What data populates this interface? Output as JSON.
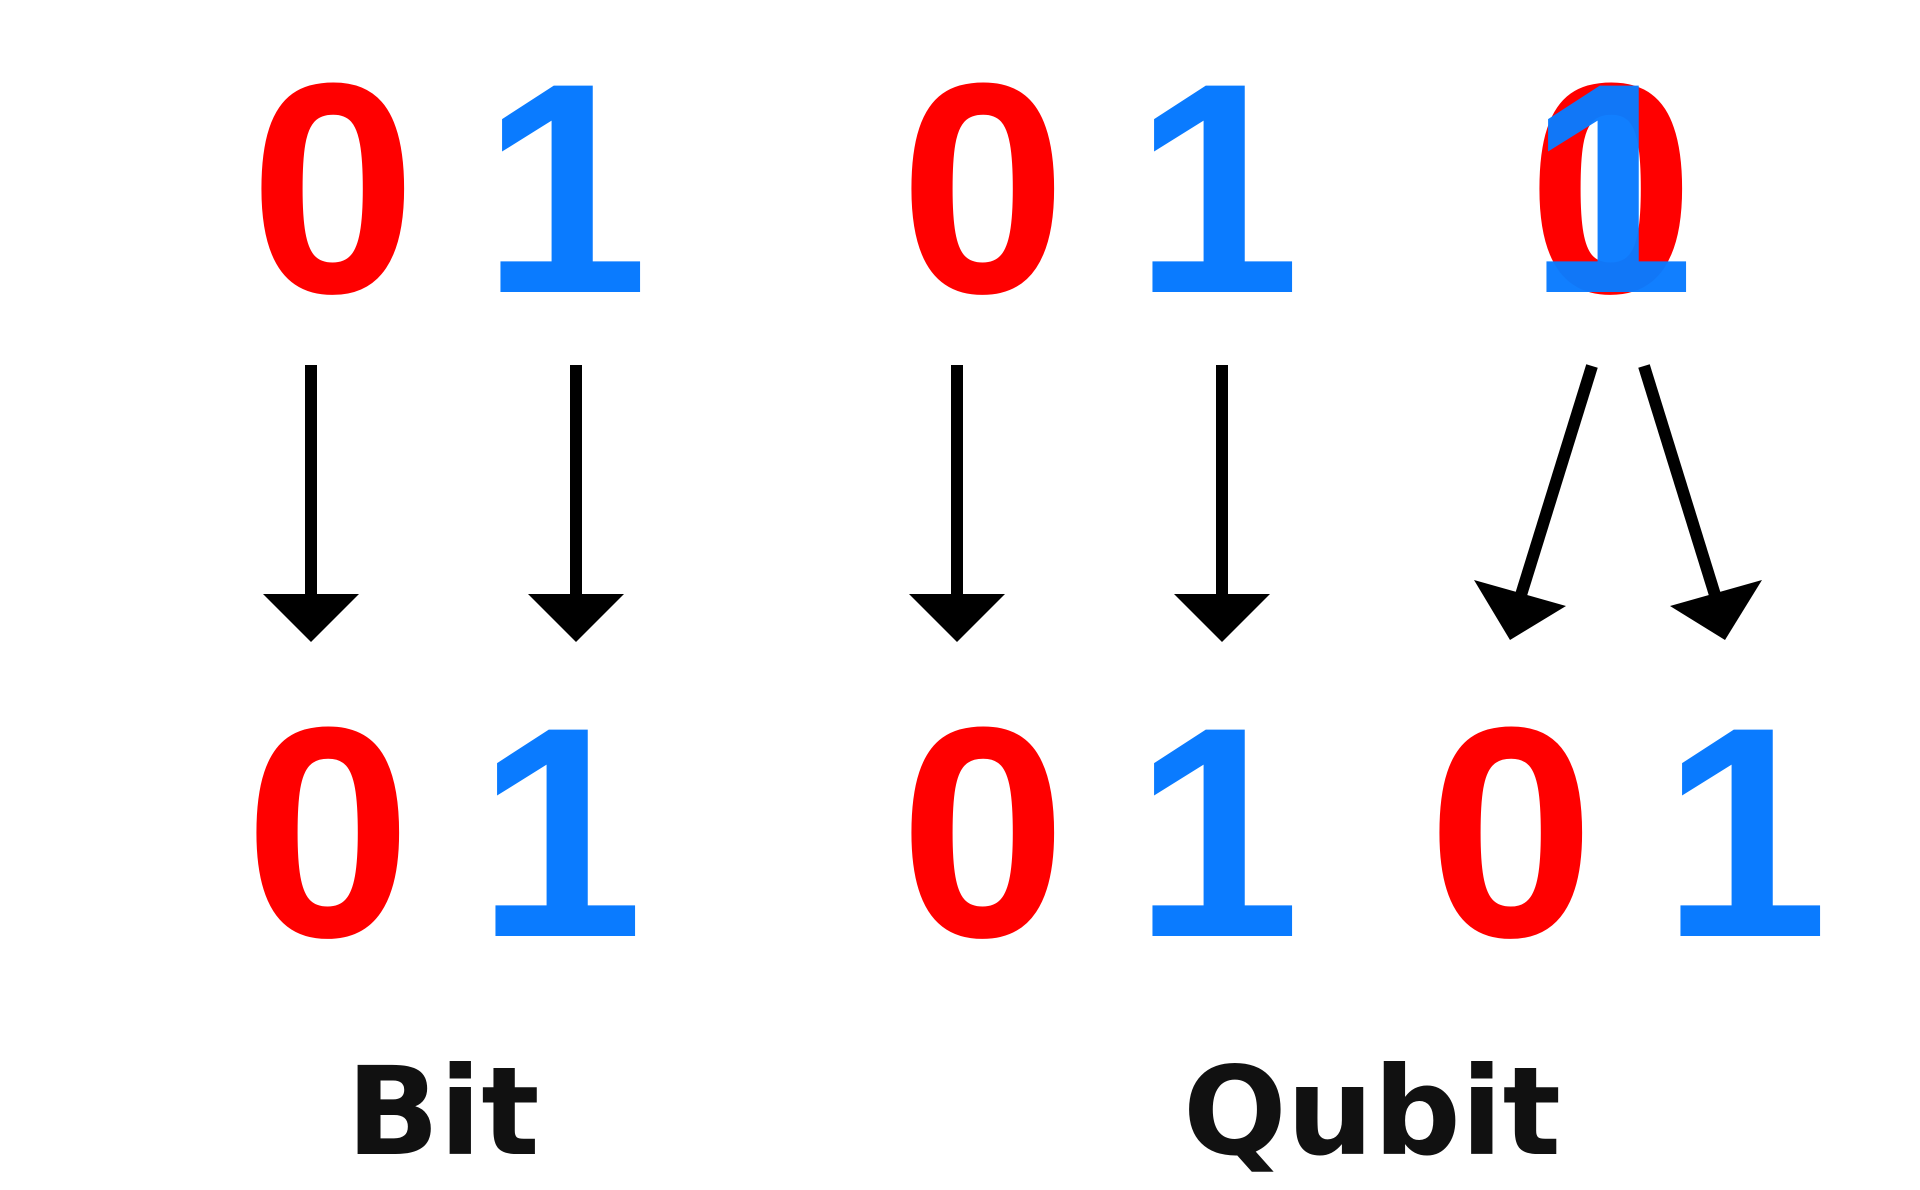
{
  "colors": {
    "zero": "#ff0000",
    "one": "#0a7bff",
    "arrow": "#000000",
    "label": "#111111"
  },
  "bit": {
    "label": "Bit",
    "input_states": [
      "0",
      "1"
    ],
    "output_states": [
      "0",
      "1"
    ]
  },
  "qubit": {
    "label": "Qubit",
    "input_states": [
      "0",
      "1"
    ],
    "superposition": {
      "zero": "0",
      "one": "1"
    },
    "output_states": [
      "0",
      "1",
      "0",
      "1"
    ]
  }
}
